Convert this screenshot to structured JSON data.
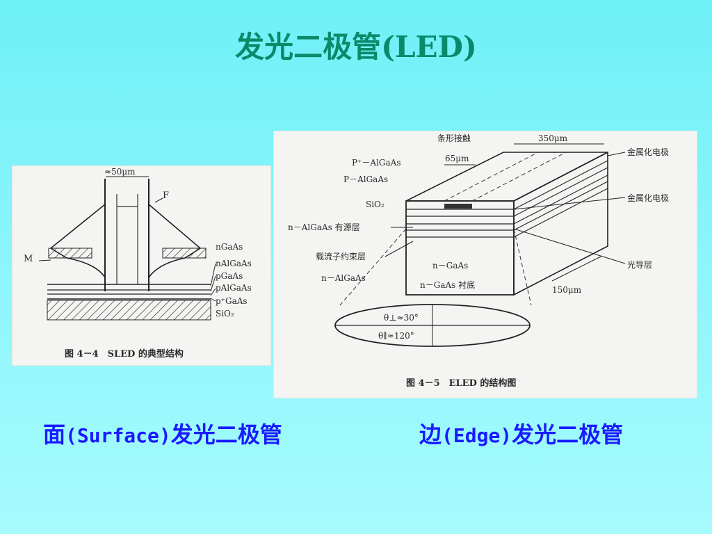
{
  "slide": {
    "title": "发光二极管(LED)"
  },
  "figure_sled": {
    "caption": "图 4－4　SLED 的典型结构",
    "labels": {
      "width": "≈50μm",
      "f": "F",
      "m": "M",
      "l1": "nGaAs",
      "l2": "nAlGaAs",
      "l3": "pGaAs",
      "l4": "pAlGaAs",
      "l5": "p⁺GaAs",
      "l6": "SiO₂"
    }
  },
  "figure_eled": {
    "caption": "图 4－5　ELED 的结构图",
    "labels": {
      "stripe_contact": "条形接触",
      "width_350": "350μm",
      "width_65": "65μm",
      "metal_top": "金属化电极",
      "metal_side": "金属化电极",
      "p_plus_algaas": "P⁺－AlGaAs",
      "p_algaas": "P－AlGaAs",
      "sio2": "SiO₂",
      "active": "n－AlGaAs 有源层",
      "confine": "载流子约束层",
      "n_algaas": "n－AlGaAs",
      "n_gaas": "n－GaAs",
      "substrate": "n－GaAs 衬底",
      "light_guide": "光导层",
      "depth_150": "150μm",
      "theta_perp": "θ⊥≈30°",
      "theta_par": "θ∥≈120°"
    }
  },
  "captions": {
    "left_prefix": "面",
    "left_en": "(Surface)",
    "left_suffix": "发光二极管",
    "right_prefix": "边",
    "right_en": "(Edge)",
    "right_suffix": "发光二极管"
  },
  "colors": {
    "title": "#0a8a6a",
    "caption": "#1a1aff",
    "background": "#7ff3f9"
  }
}
